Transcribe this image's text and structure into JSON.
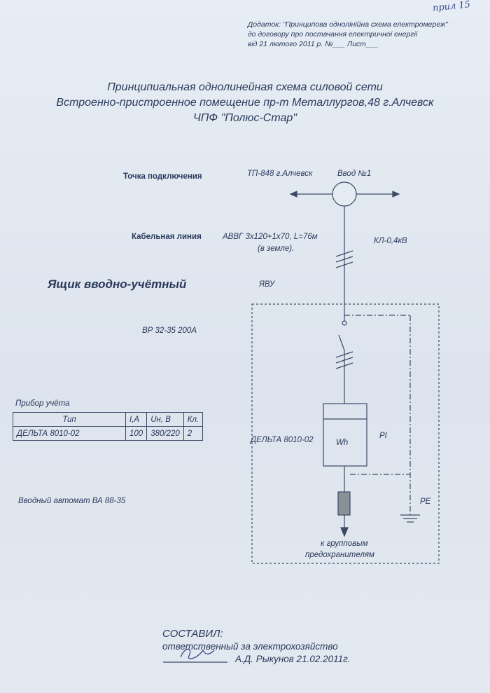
{
  "handwritten_corner": "прил 15",
  "annex": {
    "line1": "Додаток: \"Принципова однолінійна схема електромереж\"",
    "line2": "до договору про постачання електричної енергії",
    "line3": "від 21 лютого 2011 р.   №___   Лист___"
  },
  "title": {
    "line1": "Принципиальная однолинейная схема силовой сети",
    "line2": "Встроенно-пристроенное помещение пр-т Металлургов,48 г.Алчевск",
    "line3": "ЧПФ \"Полюс-Стар\""
  },
  "connection": {
    "label": "Точка подключения",
    "substation": "ТП-848   г.Алчевск",
    "input": "Ввод №1"
  },
  "cable": {
    "label": "Кабельная линия",
    "spec": "АВВГ 3х120+1х70,  L=76м",
    "note": "(в земле).",
    "line_code": "КЛ-0,4кВ"
  },
  "box": {
    "heading": "Ящик вводно-учётный",
    "code": "ЯВУ",
    "switch": "ВР 32-35   200А"
  },
  "meter_table": {
    "caption": "Прибор учёта",
    "headers": [
      "Тип",
      "I,А",
      "Uн, В",
      "Кл."
    ],
    "row": [
      "ДЕЛЬТА 8010-02",
      "100",
      "380/220",
      "2"
    ]
  },
  "breaker_label": "Вводный автомат  ВА 88-35",
  "diagram": {
    "meter_label": "ДЕЛЬТА 8010-02",
    "wh": "Wh",
    "pi": "PI",
    "pe": "PE",
    "out_line1": "к групповым",
    "out_line2": "предохранителям"
  },
  "signoff": {
    "composed": "СОСТАВИЛ:",
    "role": "ответственный за электрохозяйство",
    "signature_line": "А.Д. Рыкунов 21.02.2011г."
  },
  "colors": {
    "ink": "#2a3a5c",
    "paper": "#e3e9f0"
  }
}
